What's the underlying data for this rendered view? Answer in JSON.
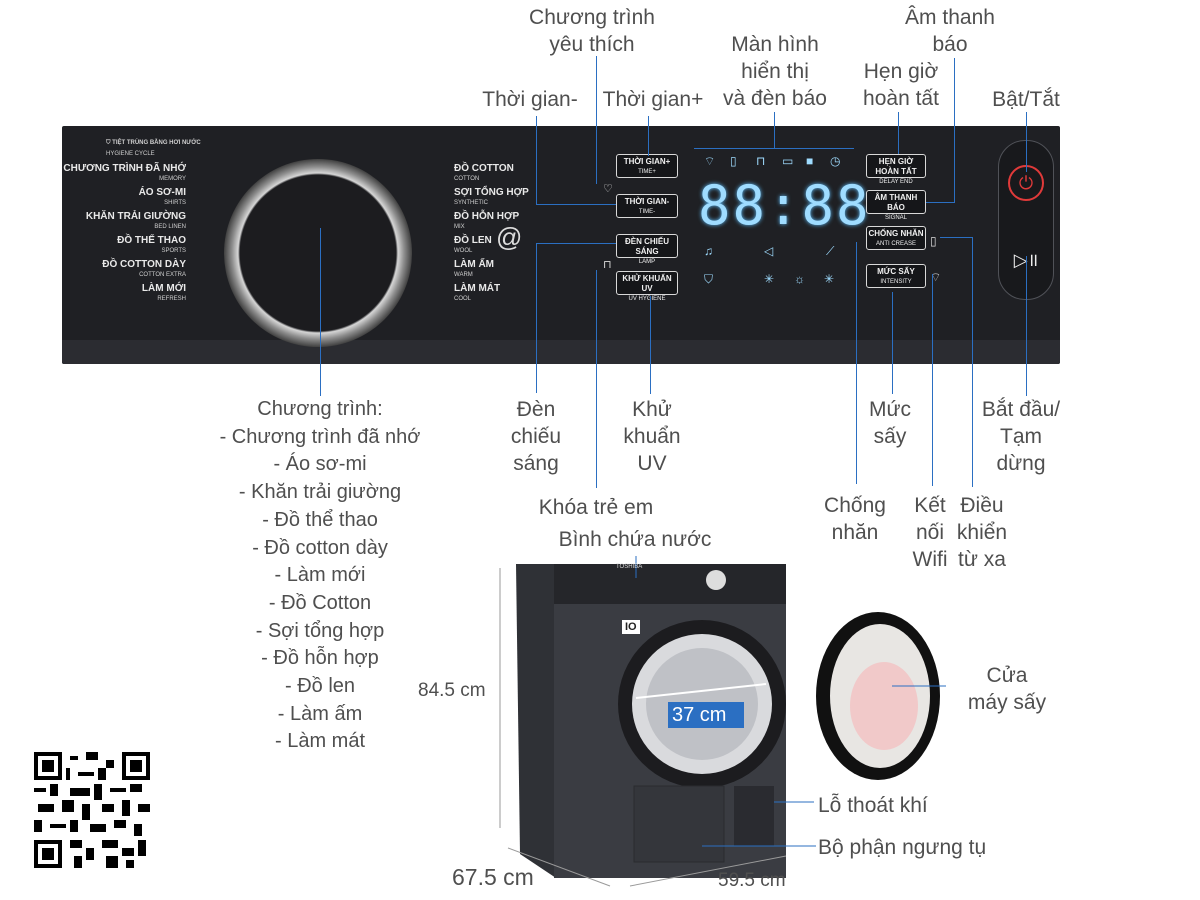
{
  "callouts": {
    "favorite_program": "Chương trình\nyêu thích",
    "display": "Màn hình\nhiển thị\nvà đèn báo",
    "alarm_sound": "Âm thanh\nbáo",
    "delay_end": "Hẹn giờ\nhoàn tất",
    "time_minus": "Thời gian-",
    "time_plus": "Thời gian+",
    "power": "Bật/Tắt",
    "programs": "Chương trình:\n- Chương trình đã nhớ\n- Áo sơ-mi\n- Khăn trải giường\n- Đồ thể thao\n- Đồ cotton dày\n- Làm mới\n- Đồ Cotton\n- Sợi tổng hợp\n- Đồ hỗn hợp\n- Đồ len\n- Làm ấm\n- Làm mát",
    "lamp": "Đèn\nchiếu\nsáng",
    "uv": "Khử\nkhuẩn\nUV",
    "child_lock": "Khóa trẻ em",
    "water_tank": "Bình chứa nước",
    "dry_level": "Mức\nsấy",
    "start_pause": "Bắt đầu/\nTạm\ndừng",
    "anti_crease": "Chống\nnhăn",
    "wifi": "Kết\nnối\nWifi",
    "remote": "Điều\nkhiển\ntừ xa",
    "door": "Cửa\nmáy sấy",
    "vent": "Lỗ thoát khí",
    "condenser": "Bộ phận ngưng tụ"
  },
  "dimensions": {
    "height": "84.5 cm",
    "drum": "37 cm",
    "depth": "67.5 cm",
    "width": "59.5 cm"
  },
  "panel": {
    "hygiene": {
      "label": "TIỆT TRÙNG BẰNG HƠI NƯỚC",
      "sub": "HYGIENE CYCLE"
    },
    "programs_left": [
      {
        "label": "CHƯƠNG TRÌNH ĐÃ NHỚ",
        "sub": "MEMORY"
      },
      {
        "label": "ÁO SƠ-MI",
        "sub": "SHIRTS"
      },
      {
        "label": "KHĂN TRẢI GIƯỜNG",
        "sub": "BED LINEN"
      },
      {
        "label": "ĐỒ THỂ THAO",
        "sub": "SPORTS"
      },
      {
        "label": "ĐỒ COTTON DÀY",
        "sub": "COTTON EXTRA"
      },
      {
        "label": "LÀM MỚI",
        "sub": "REFRESH"
      }
    ],
    "programs_right": [
      {
        "label": "ĐỒ COTTON",
        "sub": "COTTON"
      },
      {
        "label": "SỢI TỔNG HỢP",
        "sub": "SYNTHETIC"
      },
      {
        "label": "ĐỒ HỖN HỢP",
        "sub": "MIX"
      },
      {
        "label": "ĐỒ LEN",
        "sub": "WOOL"
      },
      {
        "label": "LÀM ẤM",
        "sub": "WARM"
      },
      {
        "label": "LÀM MÁT",
        "sub": "COOL"
      }
    ],
    "buttons_mid": [
      {
        "label": "THỜI GIAN+",
        "sub": "TIME+"
      },
      {
        "label": "THỜI GIAN-",
        "sub": "TIME-"
      },
      {
        "label": "ĐÈN CHIẾU SÁNG",
        "sub": "LAMP"
      },
      {
        "label": "KHỬ KHUẨN UV",
        "sub": "UV HYGIENE"
      }
    ],
    "buttons_right": [
      {
        "label": "HẸN GIỜ HOÀN TẤT",
        "sub": "DELAY END"
      },
      {
        "label": "ÂM THANH BÁO",
        "sub": "SIGNAL"
      },
      {
        "label": "CHỐNG NHĂN",
        "sub": "ANTI CREASE"
      },
      {
        "label": "MỨC SẤY",
        "sub": "INTENSITY"
      }
    ],
    "display_digits": "88:88"
  },
  "dryer": {
    "brand": "TOSHIBA",
    "badge": "IO"
  },
  "colors": {
    "panel": "#1f2024",
    "accent_line": "#2b6fc2",
    "display_glow": "#9fdcff",
    "power_red": "#e03a3a"
  }
}
